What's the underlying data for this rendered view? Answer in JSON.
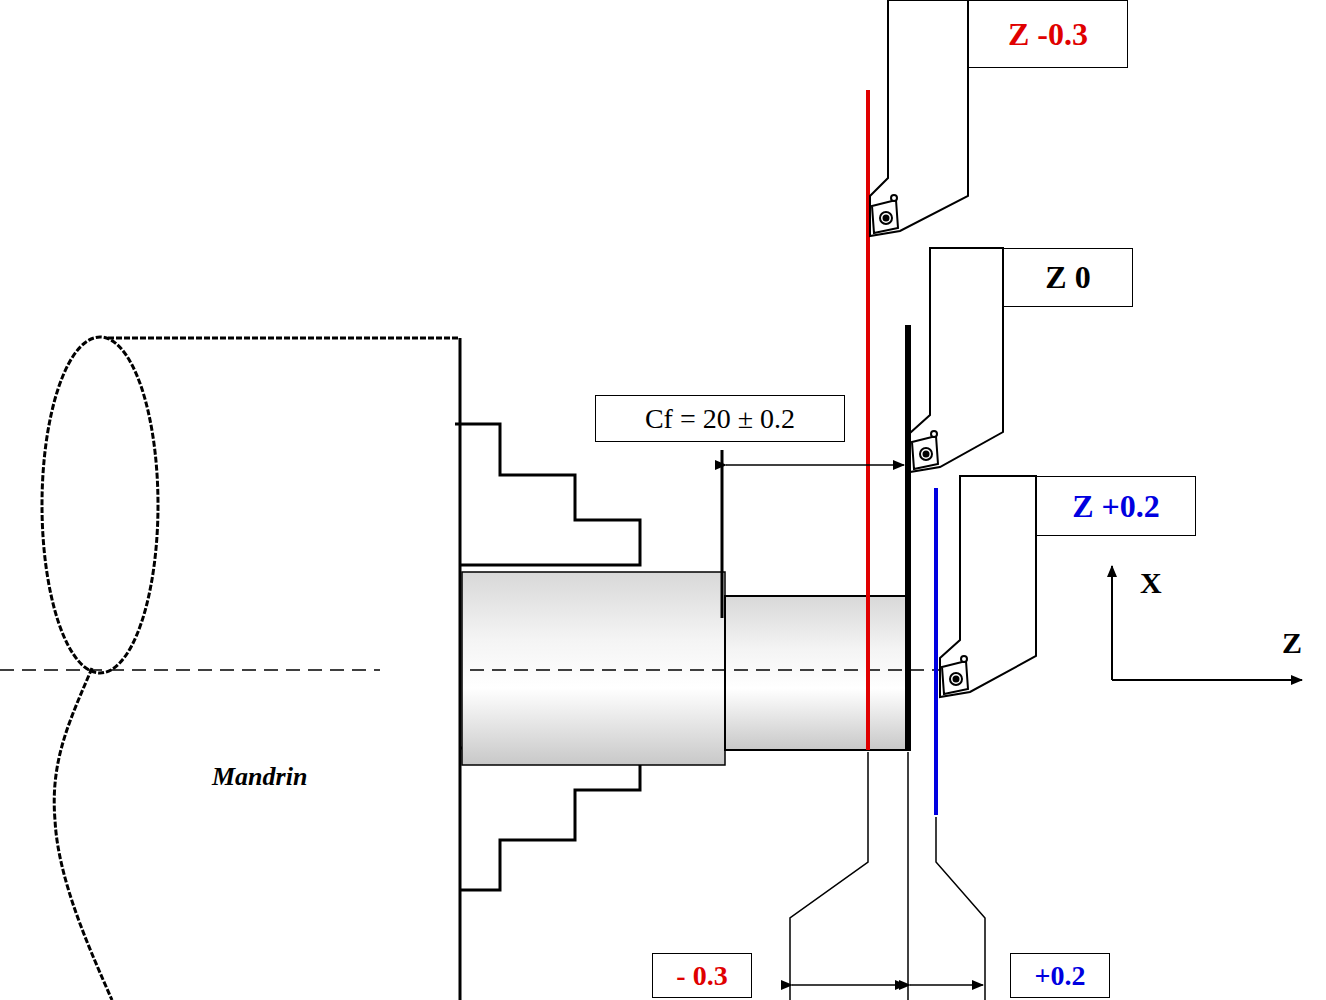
{
  "diagram": {
    "nodes": [
      {
        "text": [
          "Z -0.3"
        ]
      },
      {
        "text": [
          "Z 0"
        ]
      },
      {
        "text": [
          "Cf = 20 ± 0.2"
        ]
      },
      {
        "text": [
          "Z +0.2"
        ]
      },
      {
        "text": [
          "- 0.3"
        ]
      },
      {
        "text": [
          "+0.2"
        ]
      }
    ],
    "labels": [
      "Mandrin",
      "X",
      "Z"
    ]
  }
}
